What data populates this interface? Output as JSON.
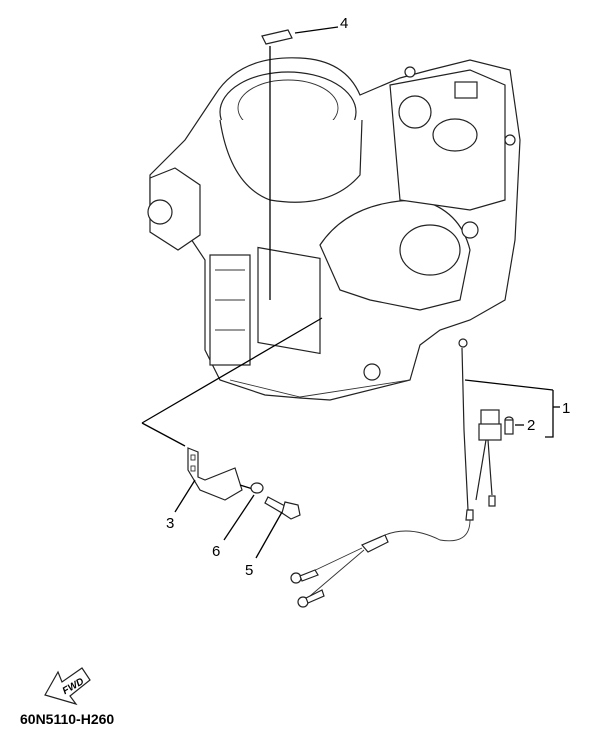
{
  "diagram": {
    "callouts": [
      {
        "id": "1",
        "label": "1"
      },
      {
        "id": "2",
        "label": "2"
      },
      {
        "id": "3",
        "label": "3"
      },
      {
        "id": "4",
        "label": "4"
      },
      {
        "id": "5",
        "label": "5"
      },
      {
        "id": "6",
        "label": "6"
      }
    ],
    "fwd_label": "FWD",
    "drawing_code": "60N5110-H260"
  }
}
